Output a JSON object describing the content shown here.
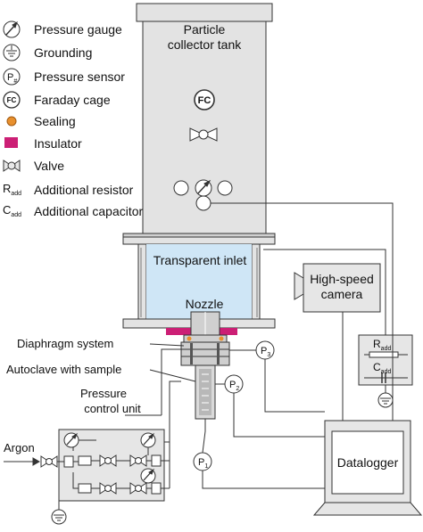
{
  "legend": {
    "pressure_gauge": "Pressure gauge",
    "grounding": "Grounding",
    "pressure_sensor": "Pressure sensor",
    "pressure_sensor_symbol": "P",
    "pressure_sensor_sub": "#",
    "faraday_cage": "Faraday cage",
    "faraday_cage_symbol": "FC",
    "sealing": "Sealing",
    "insulator": "Insulator",
    "valve": "Valve",
    "resistor_symbol": "R",
    "resistor_sub": "add",
    "resistor": "Additional resistor",
    "capacitor_symbol": "C",
    "capacitor_sub": "add",
    "capacitor": "Additional capacitor"
  },
  "tank": {
    "label_line1": "Particle",
    "label_line2": "collector tank",
    "fc": "FC"
  },
  "inlet": {
    "label": "Transparent inlet"
  },
  "nozzle": {
    "label": "Nozzle"
  },
  "camera": {
    "label_line1": "High-speed",
    "label_line2": "camera"
  },
  "diaphragm": {
    "label": "Diaphragm system"
  },
  "autoclave": {
    "label": "Autoclave with sample"
  },
  "sensors": {
    "p": "P",
    "p1": "1",
    "p2": "2",
    "p3": "3"
  },
  "rc_box": {
    "r": "R",
    "r_sub": "add",
    "c": "C",
    "c_sub": "add"
  },
  "control": {
    "line1": "Pressure",
    "line2": "control unit"
  },
  "gas": {
    "label": "Argon"
  },
  "datalogger": {
    "label": "Datalogger"
  },
  "colors": {
    "tank": "#e3e3e3",
    "inlet": "#cfe6f6",
    "insulator": "#cc1f75",
    "sealing": "#e8902e",
    "line": "#333333"
  }
}
